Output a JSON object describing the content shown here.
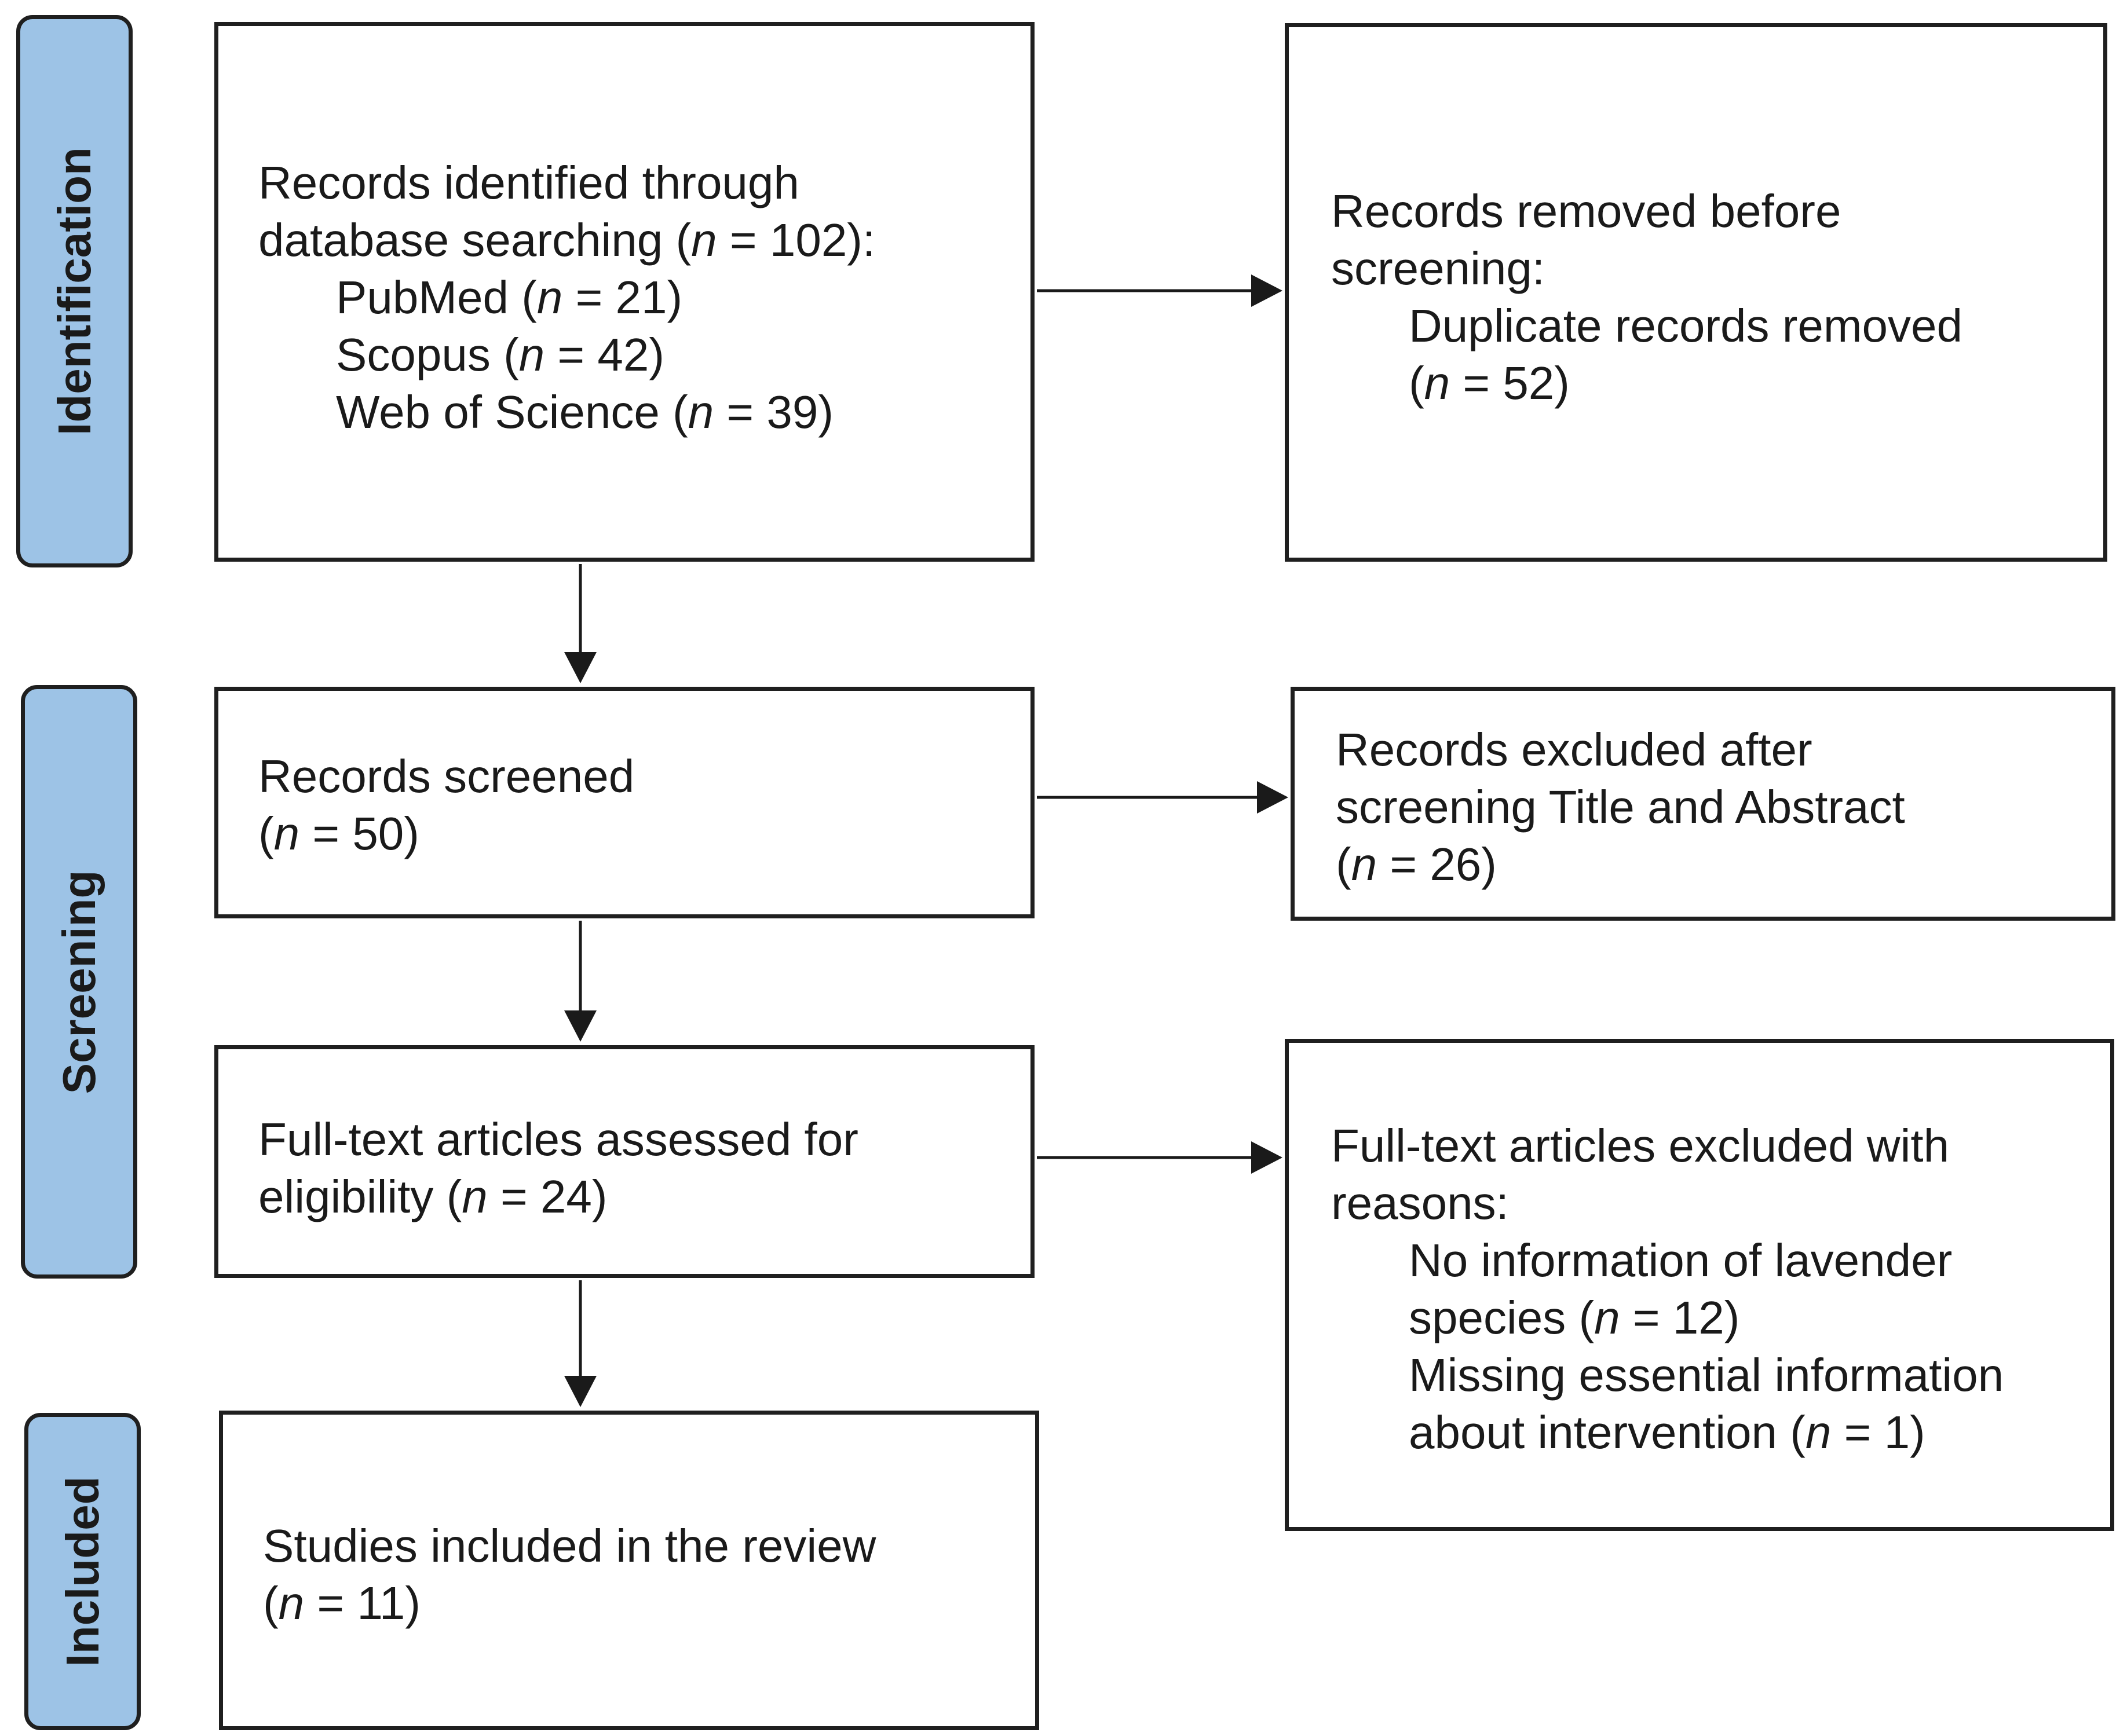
{
  "phases": {
    "identification": "Identification",
    "screening": "Screening",
    "included": "Included"
  },
  "n_symbol": "n",
  "boxes": {
    "records_identified": {
      "line1": "Records identified through",
      "line2_pre": "database searching (",
      "line2_post": " = 102):",
      "pubmed_pre": "PubMed (",
      "pubmed_post": " = 21)",
      "scopus_pre": "Scopus (",
      "scopus_post": " = 42)",
      "wos_pre": "Web of Science (",
      "wos_post": " = 39)"
    },
    "records_removed": {
      "line1": "Records removed before",
      "line2": "screening:",
      "line3": "Duplicate records removed",
      "line4_pre": "(",
      "line4_post": " = 52)"
    },
    "records_screened": {
      "line1": "Records screened",
      "line2_pre": "(",
      "line2_post": " = 50)"
    },
    "records_excluded": {
      "line1": "Records excluded after",
      "line2": "screening Title and Abstract",
      "line3_pre": "(",
      "line3_post": " = 26)"
    },
    "fulltext_assessed": {
      "line1": "Full-text articles assessed for",
      "line2_pre": "eligibility (",
      "line2_post": " = 24)"
    },
    "fulltext_excluded": {
      "line1": "Full-text articles excluded with",
      "line2": "reasons:",
      "line3": "No information of lavender",
      "line4_pre": "species (",
      "line4_post": " = 12)",
      "line5": "Missing essential information",
      "line6_pre": "about intervention (",
      "line6_post": " = 1)"
    },
    "studies_included": {
      "line1": "Studies included in the review",
      "line2_pre": "(",
      "line2_post": " = 11)"
    }
  }
}
